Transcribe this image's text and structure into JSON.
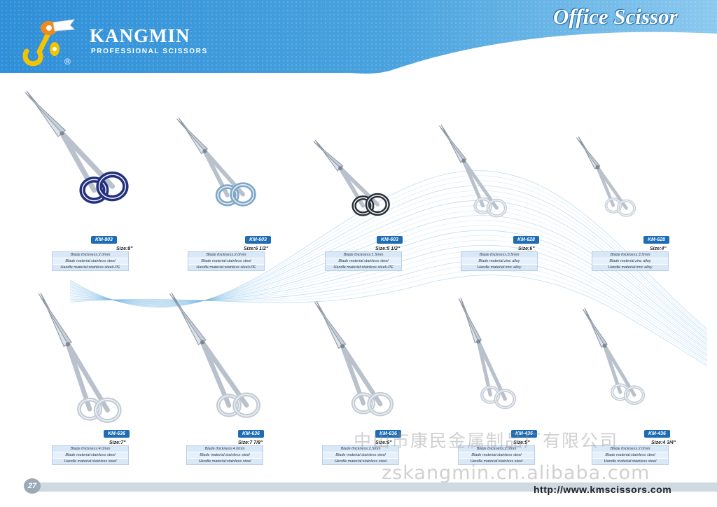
{
  "header": {
    "brand": "KANGMIN",
    "tagline": "PROFESSIONAL SCISSORS",
    "title": "Office Scissor",
    "registered_mark": "®",
    "accent_color": "#1e6cb4",
    "band_color": "#4aa3de"
  },
  "products": [
    {
      "code": "KM-803",
      "size": "Size:8\"",
      "specs": [
        "Blade thickness:2.0mm",
        "Blade material:stainless steel",
        "Handle material:stainless steel+PE"
      ],
      "handle_color": "#23307e"
    },
    {
      "code": "KM-603",
      "size": "Size:6 1/2\"",
      "specs": [
        "Blade thickness:2.0mm",
        "Blade material:stainless steel",
        "Handle material:stainless steel+PE"
      ],
      "handle_color": "#7ea7c8"
    },
    {
      "code": "KM-603",
      "size": "Size:5 1/2\"",
      "specs": [
        "Blade thickness:1.5mm",
        "Blade material:stainless steel",
        "Handle material:stainless steel+PE"
      ],
      "handle_color": "#2a3038"
    },
    {
      "code": "KM-628",
      "size": "Size:6\"",
      "specs": [
        "Blade thickness:3.5mm",
        "Blade material:zinc alloy",
        "Handle material:zinc alloy"
      ],
      "handle_color": ""
    },
    {
      "code": "KM-628",
      "size": "Size:4\"",
      "specs": [
        "Blade thickness:3.5mm",
        "Blade material:zinc alloy",
        "Handle material:zinc alloy"
      ],
      "handle_color": ""
    },
    {
      "code": "KM-636",
      "size": "Size:7\"",
      "specs": [
        "Blade thickness:4.0mm",
        "Blade material:stainless steel",
        "Handle material:stainless steel"
      ],
      "handle_color": ""
    },
    {
      "code": "KM-636",
      "size": "Size:7 7/8\"",
      "specs": [
        "Blade thickness:4.0mm",
        "Blade material:stainless steel",
        "Handle material:stainless steel"
      ],
      "handle_color": ""
    },
    {
      "code": "KM-636",
      "size": "Size:6\"",
      "specs": [
        "Blade thickness:2.5mm",
        "Blade material:stainless steel",
        "Handle material:stainless steel"
      ],
      "handle_color": ""
    },
    {
      "code": "KM-436",
      "size": "Size:5\"",
      "specs": [
        "Blade thickness:2.0mm",
        "Blade material:stainless steel",
        "Handle material:stainless steel"
      ],
      "handle_color": ""
    },
    {
      "code": "KM-436",
      "size": "Size:4 3/4\"",
      "specs": [
        "Blade thickness:2.0mm",
        "Blade material:stainless steel",
        "Handle material:stainless steel"
      ],
      "handle_color": ""
    }
  ],
  "watermark": {
    "company": "中山市康民金属制品厂有限公司",
    "url": "zskangmin.cn.alibaba.com"
  },
  "footer": {
    "page_number": "27",
    "url": "http://www.kmscissors.com"
  }
}
